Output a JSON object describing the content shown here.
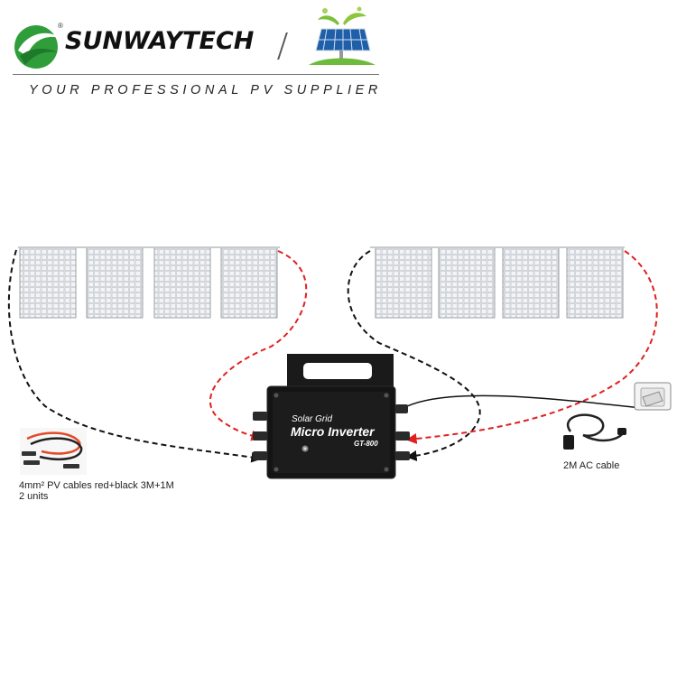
{
  "header": {
    "brand": "SUNWAYTECH",
    "registered_mark": "®",
    "tagline": "YOUR PROFESSIONAL PV SUPPLIER",
    "logo_icon": "swoosh-logo-icon",
    "solar_logo_icon": "solar-panel-sprout-icon",
    "brand_color": "#2f9e3a"
  },
  "inverter": {
    "line1": "Solar Grid",
    "line2": "Micro Inverter",
    "model": "GT-800"
  },
  "cables": {
    "pv_label_line1": "4mm² PV cables red+black 3M+1M",
    "pv_label_line2": "2  units",
    "ac_label": "2M AC cable",
    "positive_color": "#e02020",
    "negative_color": "#111111"
  },
  "panels": {
    "left_group_count": 4,
    "right_group_count": 4
  }
}
